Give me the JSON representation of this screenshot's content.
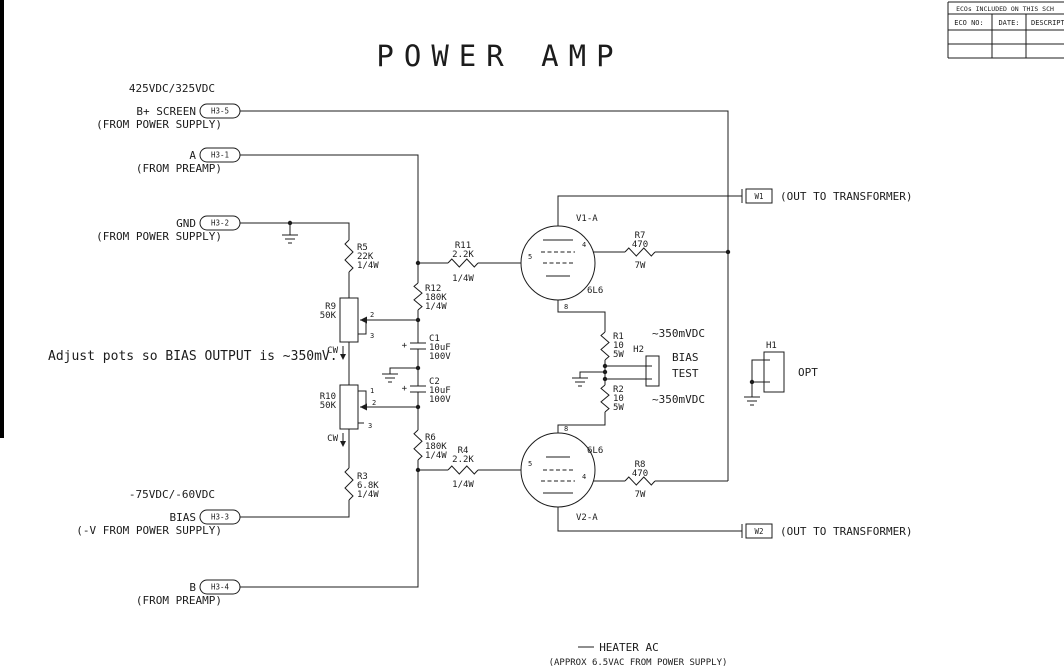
{
  "title": "POWER AMP",
  "note": "Adjust pots so BIAS OUTPUT is ~350mV.",
  "eco_table": {
    "title": "ECOs INCLUDED ON THIS SCH",
    "columns": {
      "eco_no": "ECO NO:",
      "date": "DATE:",
      "description": "DESCRIPTIO"
    }
  },
  "connectors": {
    "h3_5": {
      "label": "H3-5",
      "voltage": "425VDC/325VDC",
      "signal": "B+ SCREEN",
      "source": "(FROM POWER SUPPLY)"
    },
    "h3_1": {
      "label": "H3-1",
      "signal": "A",
      "source": "(FROM PREAMP)"
    },
    "h3_2": {
      "label": "H3-2",
      "signal": "GND",
      "source": "(FROM POWER SUPPLY)"
    },
    "h3_3": {
      "label": "H3-3",
      "voltage": "-75VDC/-60VDC",
      "signal": "BIAS",
      "source": "(-V FROM POWER SUPPLY)"
    },
    "h3_4": {
      "label": "H3-4",
      "signal": "B",
      "source": "(FROM PREAMP)"
    },
    "w1": {
      "label": "W1",
      "caption": "(OUT TO TRANSFORMER)"
    },
    "w2": {
      "label": "W2",
      "caption": "(OUT TO TRANSFORMER)"
    },
    "h1": {
      "label": "H1",
      "caption": "OPT"
    },
    "h2": {
      "label": "H2",
      "caption_line1": "BIAS",
      "caption_line2": "TEST",
      "reading_upper": "~350mVDC",
      "reading_lower": "~350mVDC"
    }
  },
  "tubes": {
    "v1": {
      "ref": "V1-A",
      "type": "6L6",
      "pin_grid": "5",
      "pin_screen": "4",
      "pin_cathode": "8"
    },
    "v2": {
      "ref": "V2-A",
      "type": "6L6",
      "pin_grid": "5",
      "pin_screen": "4",
      "pin_cathode": "8"
    }
  },
  "resistors": {
    "r1": {
      "ref": "R1",
      "value": "10",
      "rating": "5W"
    },
    "r2": {
      "ref": "R2",
      "value": "10",
      "rating": "5W"
    },
    "r3": {
      "ref": "R3",
      "value": "6.8K",
      "rating": "1/4W"
    },
    "r4": {
      "ref": "R4",
      "value": "2.2K",
      "rating": "1/4W"
    },
    "r5": {
      "ref": "R5",
      "value": "22K",
      "rating": "1/4W"
    },
    "r6": {
      "ref": "R6",
      "value": "180K",
      "rating": "1/4W"
    },
    "r7": {
      "ref": "R7",
      "value": "470",
      "rating": "7W"
    },
    "r8": {
      "ref": "R8",
      "value": "470",
      "rating": "7W"
    },
    "r11": {
      "ref": "R11",
      "value": "2.2K",
      "rating": "1/4W"
    },
    "r12": {
      "ref": "R12",
      "value": "180K",
      "rating": "1/4W"
    }
  },
  "pots": {
    "r9": {
      "ref": "R9",
      "value": "50K",
      "direction": "CW",
      "t2": "2",
      "t3": "3"
    },
    "r10": {
      "ref": "R10",
      "value": "50K",
      "direction": "CW",
      "t1": "1",
      "t2": "2",
      "t3": "3"
    }
  },
  "capacitors": {
    "c1": {
      "ref": "C1",
      "value": "10uF",
      "rating": "100V",
      "polarity": "+"
    },
    "c2": {
      "ref": "C2",
      "value": "10uF",
      "rating": "100V",
      "polarity": "+"
    }
  },
  "heater": {
    "line1": "HEATER AC",
    "line2": "(APPROX 6.5VAC FROM POWER SUPPLY)"
  }
}
